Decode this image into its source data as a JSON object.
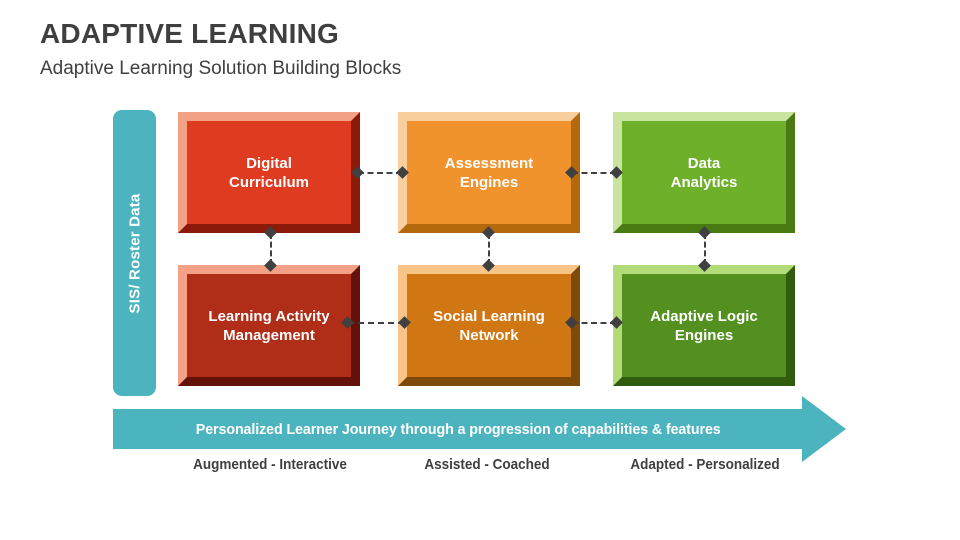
{
  "title": "ADAPTIVE LEARNING",
  "subtitle": "Adaptive Learning Solution Building Blocks",
  "theme": {
    "teal": "#4CB4BF",
    "text_dark": "#3F3F3F",
    "connector": "#404040",
    "background": "#FFFFFF"
  },
  "sidebar": {
    "label": "SIS/ Roster Data"
  },
  "blocks": [
    {
      "line1": "Digital",
      "line2": "Curriculum",
      "fill": "#DF3B20",
      "light": "#F2A184",
      "dark": "#8C1A0B"
    },
    {
      "line1": "Assessment",
      "line2": "Engines",
      "fill": "#F0932D",
      "light": "#F9CF9F",
      "dark": "#B5690D"
    },
    {
      "line1": "Data",
      "line2": "Analytics",
      "fill": "#6FB02A",
      "light": "#C9E49F",
      "dark": "#4A7A12"
    },
    {
      "line1": "Learning Activity",
      "line2": "Management",
      "fill": "#B02D17",
      "light": "#F4A187",
      "dark": "#64110A"
    },
    {
      "line1": "Social Learning",
      "line2": "Network",
      "fill": "#D07714",
      "light": "#F8C488",
      "dark": "#7D4A0A"
    },
    {
      "line1": "Adaptive Logic",
      "line2": "Engines",
      "fill": "#53901F",
      "light": "#B1DC77",
      "dark": "#2F5C0D"
    }
  ],
  "arrow": {
    "label": "Personalized Learner Journey through a progression of capabilities & features"
  },
  "stages": [
    {
      "label": "Augmented - Interactive"
    },
    {
      "label": "Assisted - Coached"
    },
    {
      "label": "Adapted - Personalized"
    }
  ]
}
